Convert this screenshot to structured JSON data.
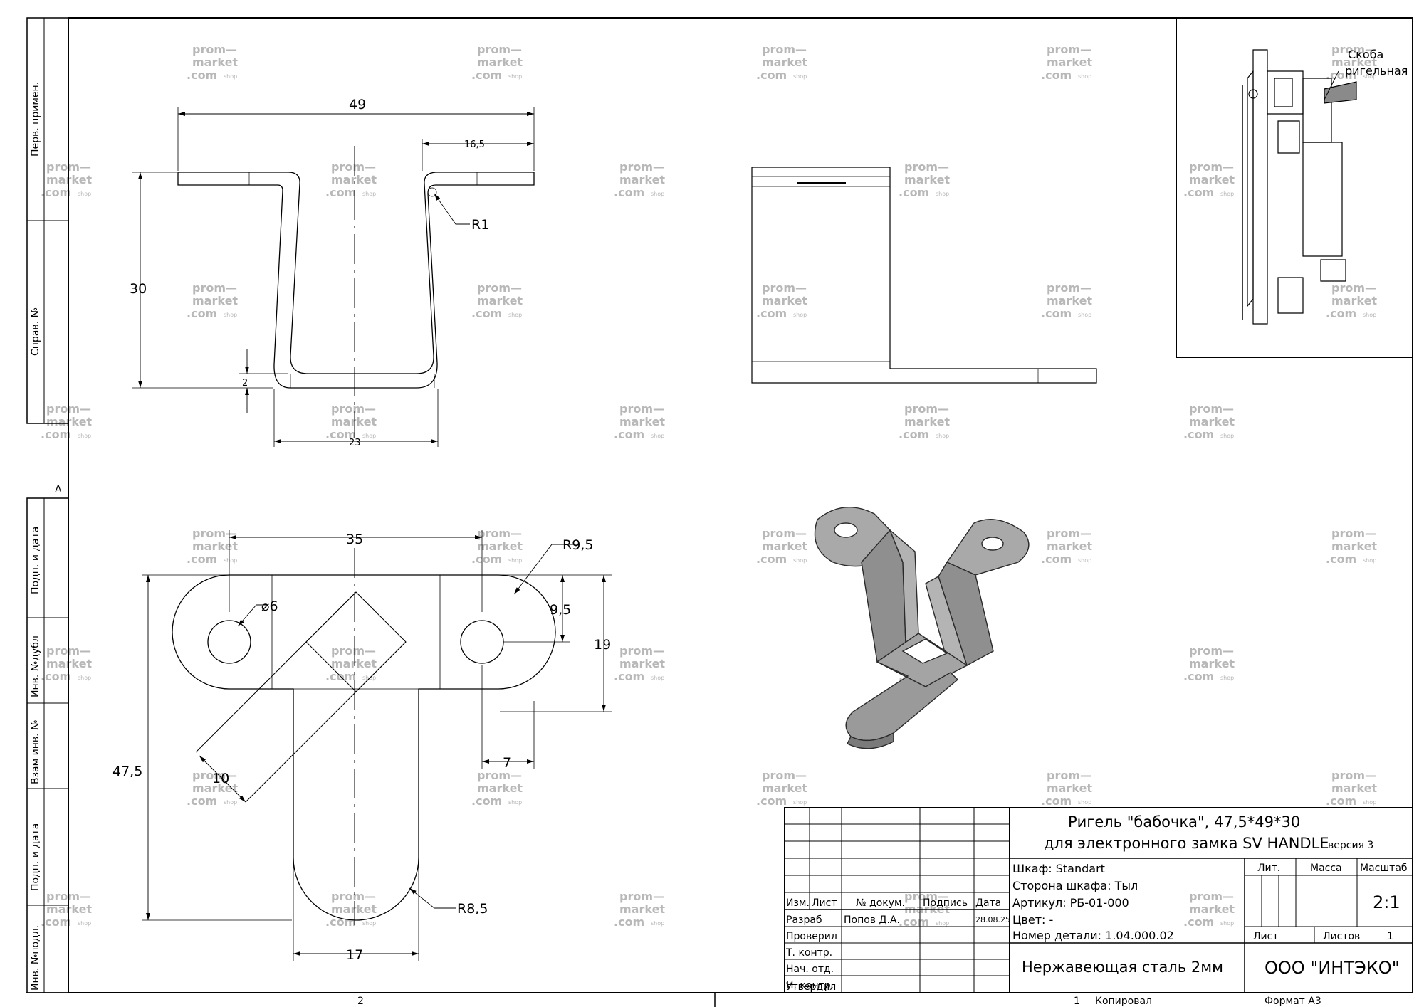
{
  "side_labels": {
    "perv_primen": "Перв. примен.",
    "sprav_no": "Справ. №",
    "podp_data_1": "Подп. и дата",
    "inv_dubl": "Инв. №дубл",
    "vzam_inv": "Взам инв. №",
    "podp_data_2": "Подп. и дата",
    "inv_podl": "Инв. №подл.",
    "zone_a": "А"
  },
  "dimensions": {
    "top_width": "49",
    "top_flange": "16,5",
    "top_radius": "R1",
    "top_height": "30",
    "top_thickness": "2",
    "top_bottom": "23",
    "bot_span": "35",
    "bot_r95": "R9,5",
    "bot_hole": "⌀6",
    "bot_95": "9,5",
    "bot_19": "19",
    "bot_height": "47,5",
    "bot_7": "7",
    "bot_10": "10",
    "bot_r85": "R8,5",
    "bot_17": "17"
  },
  "inset": {
    "label_line1": "Скоба",
    "label_line2": "ригельная"
  },
  "watermark": {
    "line1": "prom—",
    "line2": "market",
    "line3": ".com",
    "suffix": "shop"
  },
  "title_block": {
    "title_line1": "Ригель \"бабочка\", 47,5*49*30",
    "title_line2": "для электронного замка SV HANDLE",
    "version": "версия 3",
    "headers": {
      "izm": "Изм.",
      "list": "Лист",
      "no_dokum": "№ докум.",
      "podpis": "Подпись",
      "data": "Дата"
    },
    "roles": {
      "razrab": "Разраб",
      "proveril": "Проверил",
      "t_kontr": "Т. контр.",
      "nach_otd": "Нач. отд.",
      "n_kontr": "Н. контр.",
      "utverdil": "Утвердил"
    },
    "razrab_name": "Попов Д.А.",
    "razrab_date": "28.08.25",
    "specs": {
      "shkaf": "Шкаф: Standart",
      "storona": "Сторона шкафа: Тыл",
      "artikul": "Артикул: РБ-01-000",
      "cvet": "Цвет: -",
      "nomer": "Номер детали: 1.04.000.02"
    },
    "lit_label": "Лит.",
    "massa_label": "Масса",
    "masshtab_label": "Масштаб",
    "scale_value": "2:1",
    "list_label": "Лист",
    "listov_label": "Листов",
    "listov_value": "1",
    "material": "Нержавеющая сталь 2мм",
    "company": "ООО \"ИНТЭКО\""
  },
  "footer": {
    "page_number": "2",
    "sheet_number": "1",
    "kopiroval": "Копировал",
    "format": "Формат А3"
  }
}
